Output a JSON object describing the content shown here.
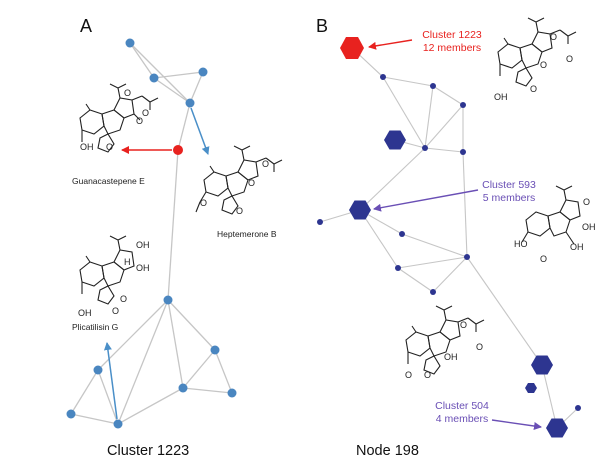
{
  "panel_a": {
    "letter": "A",
    "caption": "Cluster 1223",
    "labels": {
      "guanacastepene": "Guanacastepene E",
      "heptemerone": "Heptemerone B",
      "plicatilisin": "Plicatilisin G"
    }
  },
  "panel_b": {
    "letter": "B",
    "caption": "Node 198",
    "callouts": {
      "c1223_title": "Cluster 1223",
      "c1223_members": "12 members",
      "c593_title": "Cluster 593",
      "c593_members": "5 members",
      "c504_title": "Cluster 504",
      "c504_members": "4 members"
    }
  },
  "colors": {
    "node_blue": "#4a86c0",
    "highlight_red": "#e8221f",
    "hex_red": "#e8221f",
    "hex_navy": "#2d3590",
    "callout_purple": "#6a4fb5",
    "arrow_blue": "#4a8fc8",
    "edge_gray": "#c6c6c6"
  }
}
